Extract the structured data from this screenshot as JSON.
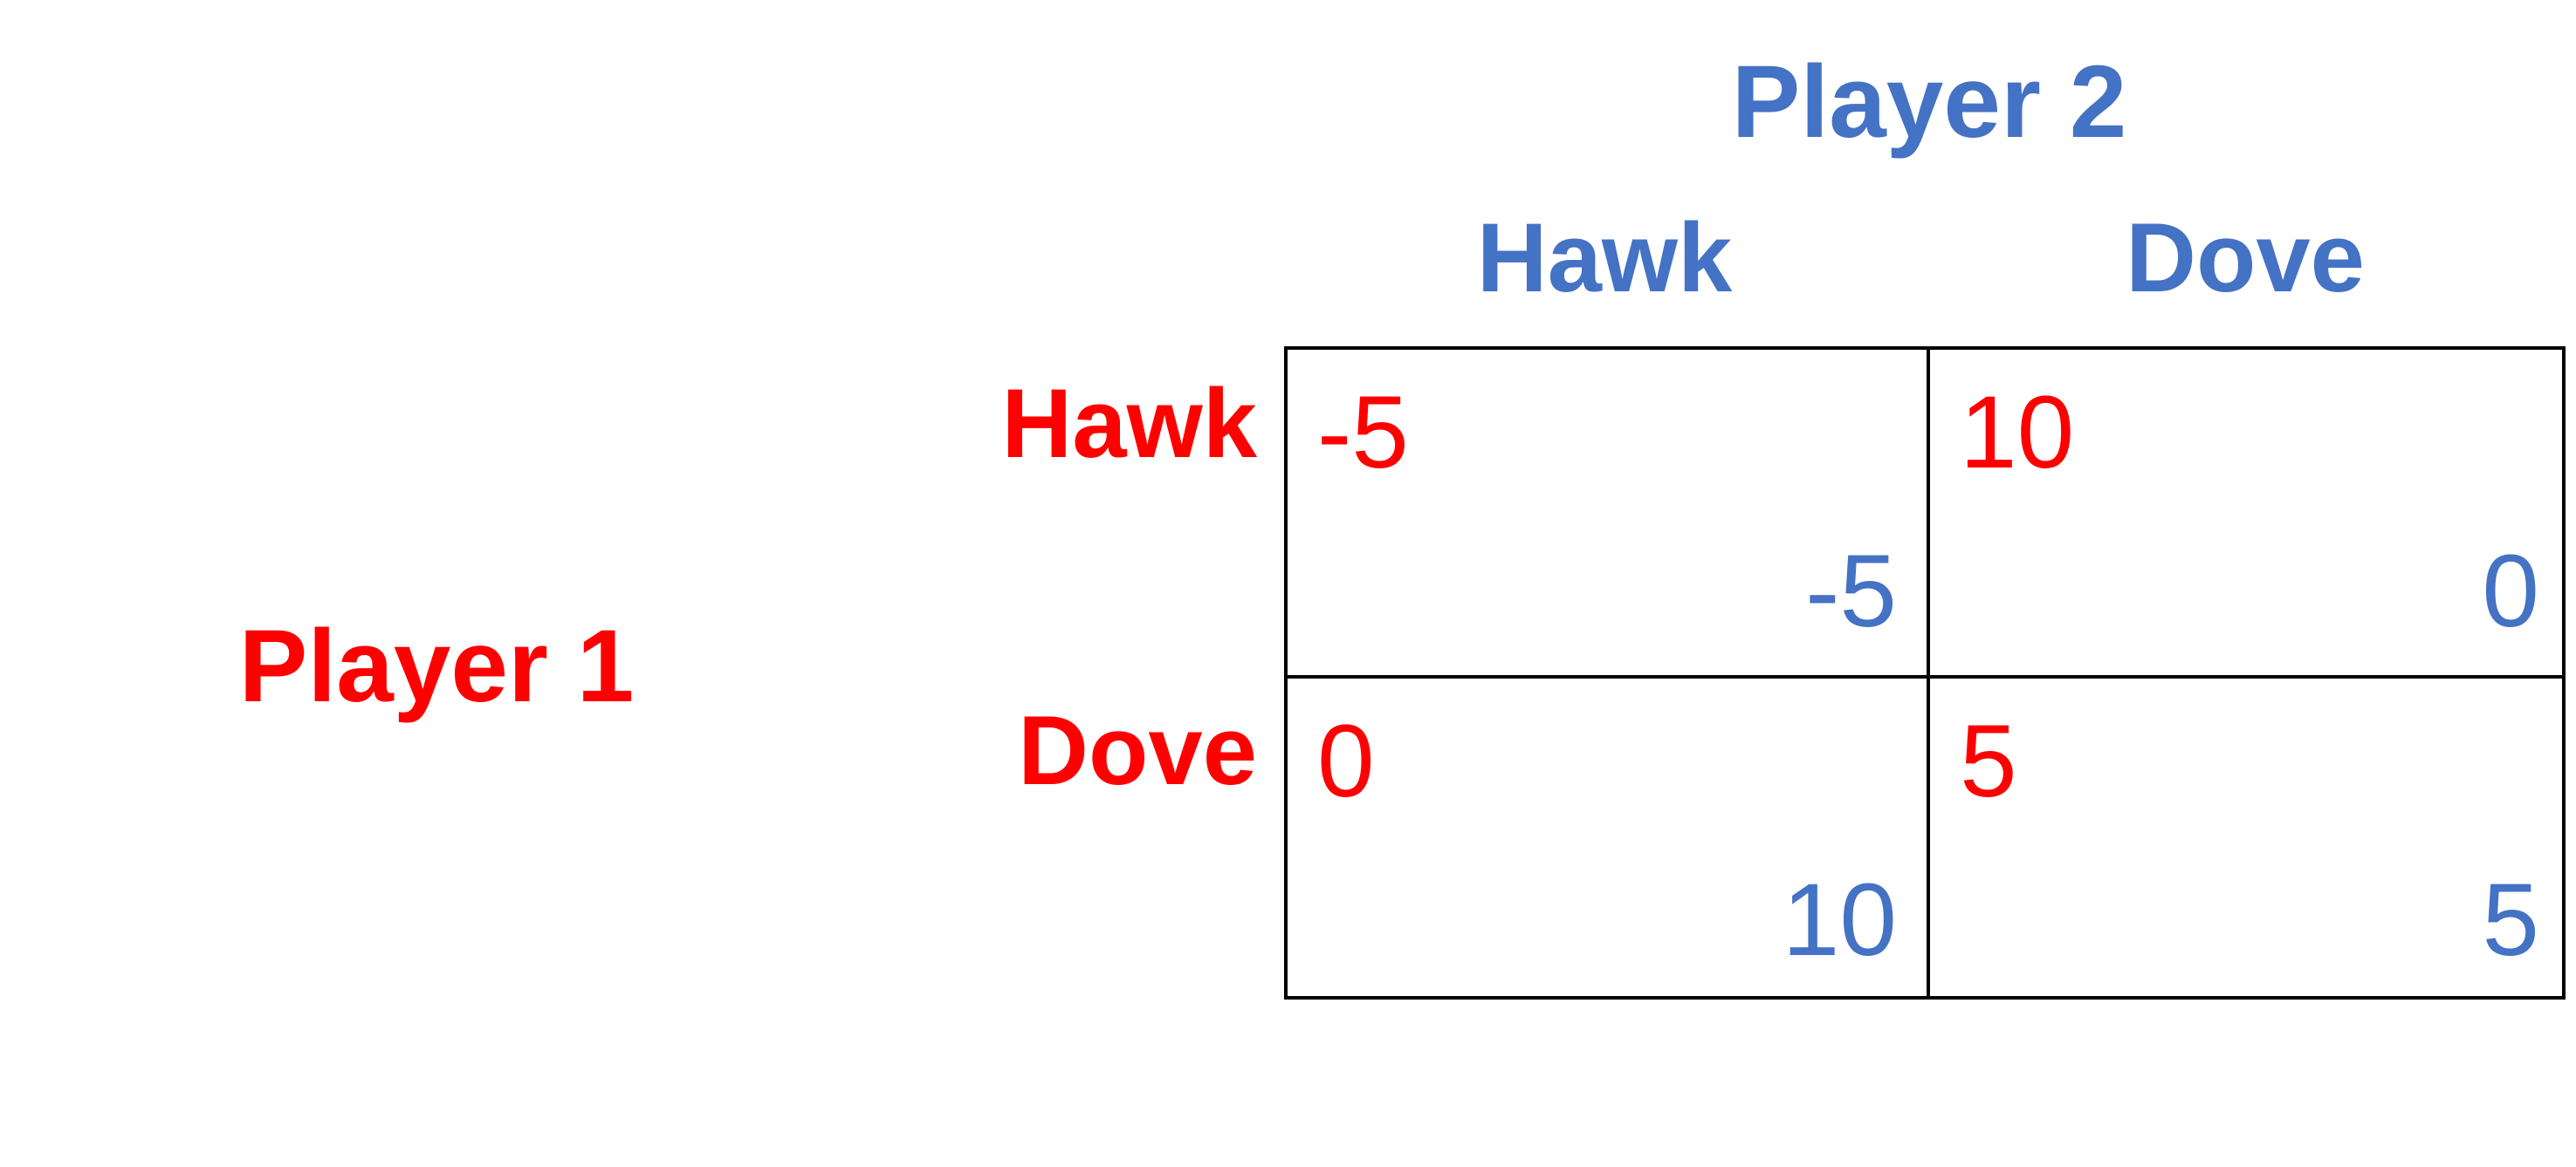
{
  "player2": {
    "title": "Player 2",
    "strategies": [
      "Hawk",
      "Dove"
    ]
  },
  "player1": {
    "title": "Player 1",
    "strategies": [
      "Hawk",
      "Dove"
    ]
  },
  "payoffs": [
    [
      {
        "p1": "-5",
        "p2": "-5"
      },
      {
        "p1": "10",
        "p2": "0"
      }
    ],
    [
      {
        "p1": "0",
        "p2": "10"
      },
      {
        "p1": "5",
        "p2": "5"
      }
    ]
  ],
  "colors": {
    "player1": "#ff0000",
    "player2": "#4472c4",
    "grid": "#000000"
  }
}
